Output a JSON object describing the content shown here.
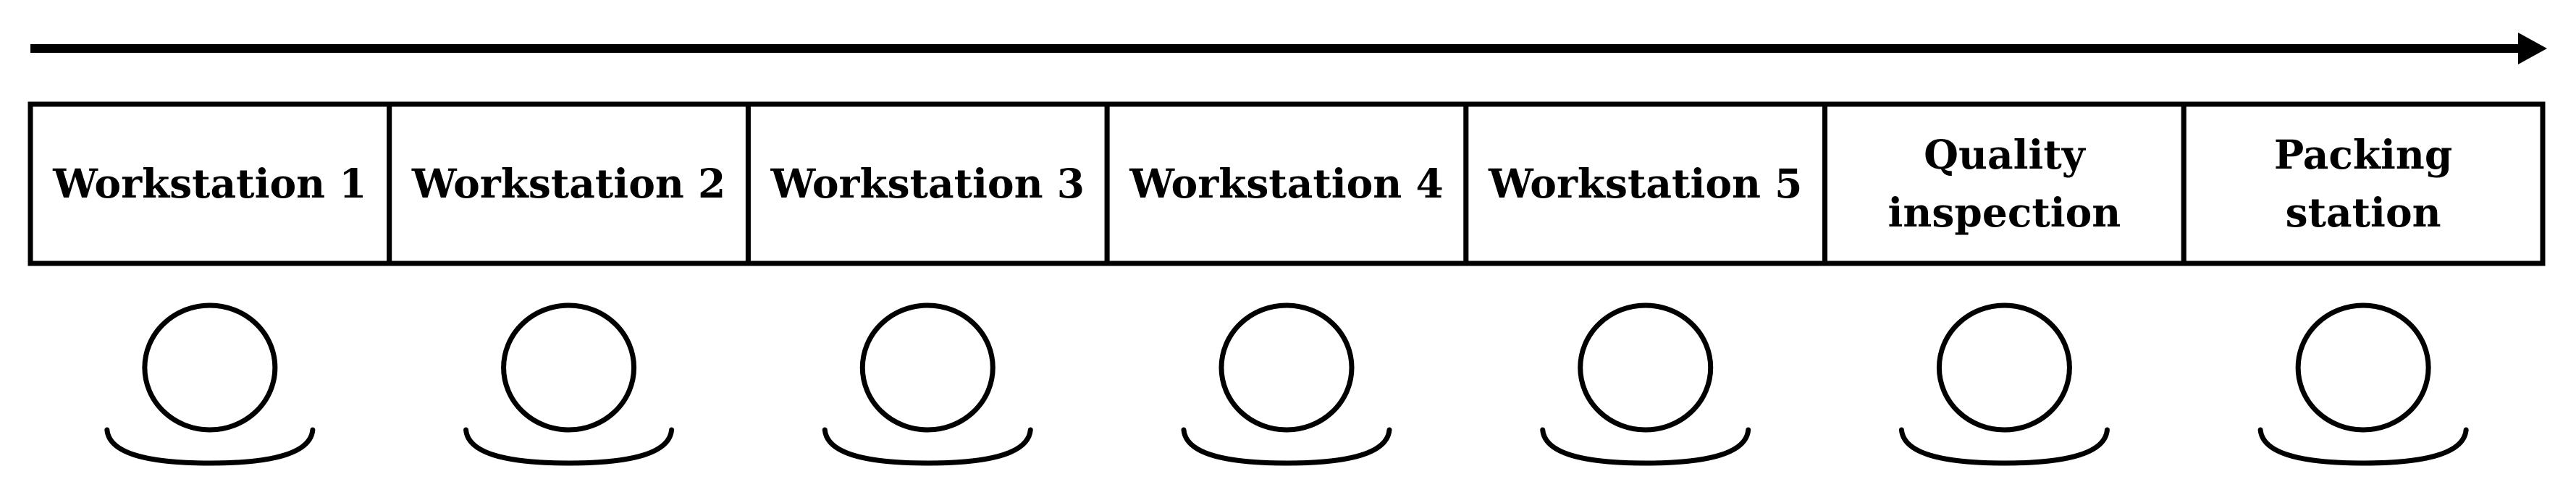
{
  "flow": {
    "direction": "left-to-right",
    "arrow": "flow-arrow-icon"
  },
  "stations": [
    {
      "id": "workstation-1",
      "lines": [
        "Workstation 1"
      ]
    },
    {
      "id": "workstation-2",
      "lines": [
        "Workstation 2"
      ]
    },
    {
      "id": "workstation-3",
      "lines": [
        "Workstation 3"
      ]
    },
    {
      "id": "workstation-4",
      "lines": [
        "Workstation 4"
      ]
    },
    {
      "id": "workstation-5",
      "lines": [
        "Workstation 5"
      ]
    },
    {
      "id": "quality-inspection",
      "lines": [
        "Quality",
        "inspection"
      ]
    },
    {
      "id": "packing-station",
      "lines": [
        "Packing",
        "station"
      ]
    }
  ],
  "worker_icon": "worker-icon",
  "colors": {
    "stroke": "#000000",
    "background": "#ffffff"
  }
}
